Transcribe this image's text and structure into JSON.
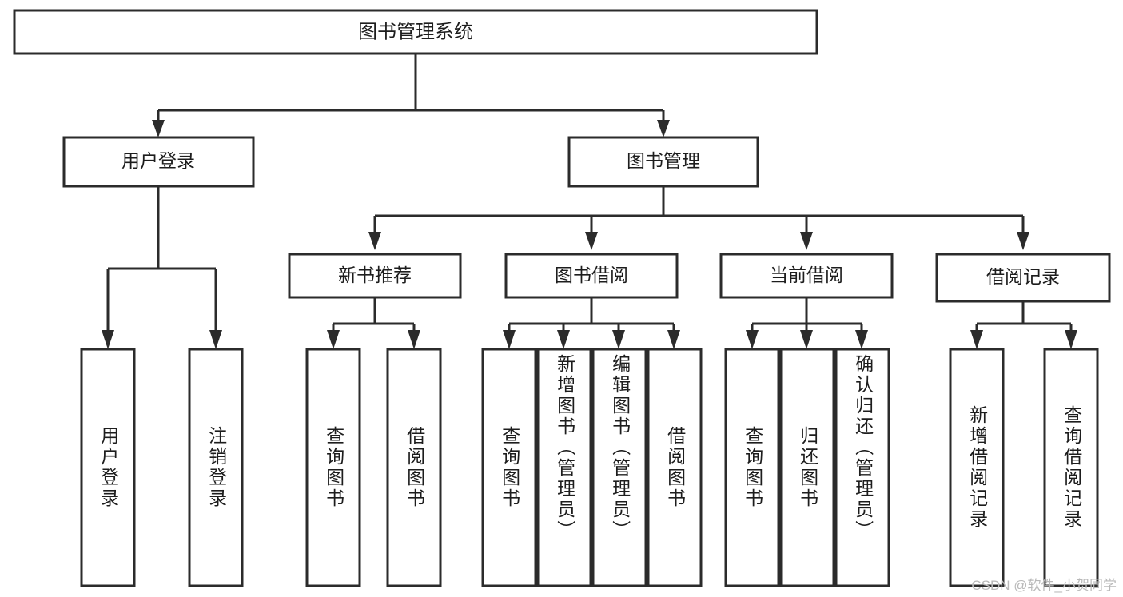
{
  "diagram": {
    "type": "tree-hierarchy",
    "title": "图书管理系统",
    "watermark": "CSDN @软件_小贺同学",
    "colors": {
      "background": "#ffffff",
      "stroke": "#2b2b2b",
      "box_fill": "#ffffff",
      "text": "#1d1d1d",
      "watermark": "#b9b9b9"
    },
    "root": {
      "label": "图书管理系统"
    },
    "level2": [
      {
        "label": "用户登录"
      },
      {
        "label": "图书管理"
      }
    ],
    "level3": [
      {
        "label": "新书推荐"
      },
      {
        "label": "图书借阅"
      },
      {
        "label": "当前借阅"
      },
      {
        "label": "借阅记录"
      }
    ],
    "leaves": {
      "user_login": [
        {
          "label": "用户登录"
        },
        {
          "label": "注销登录"
        }
      ],
      "new_book_recommend": [
        {
          "label": "查询图书"
        },
        {
          "label": "借阅图书"
        }
      ],
      "book_borrow": [
        {
          "label": "查询图书"
        },
        {
          "label": "新增图书（管理员）"
        },
        {
          "label": "编辑图书（管理员）"
        },
        {
          "label": "借阅图书"
        }
      ],
      "current_borrow": [
        {
          "label": "查询图书"
        },
        {
          "label": "归还图书"
        },
        {
          "label": "确认归还（管理员）"
        }
      ],
      "borrow_record": [
        {
          "label": "新增借阅记录"
        },
        {
          "label": "查询借阅记录"
        }
      ]
    }
  }
}
